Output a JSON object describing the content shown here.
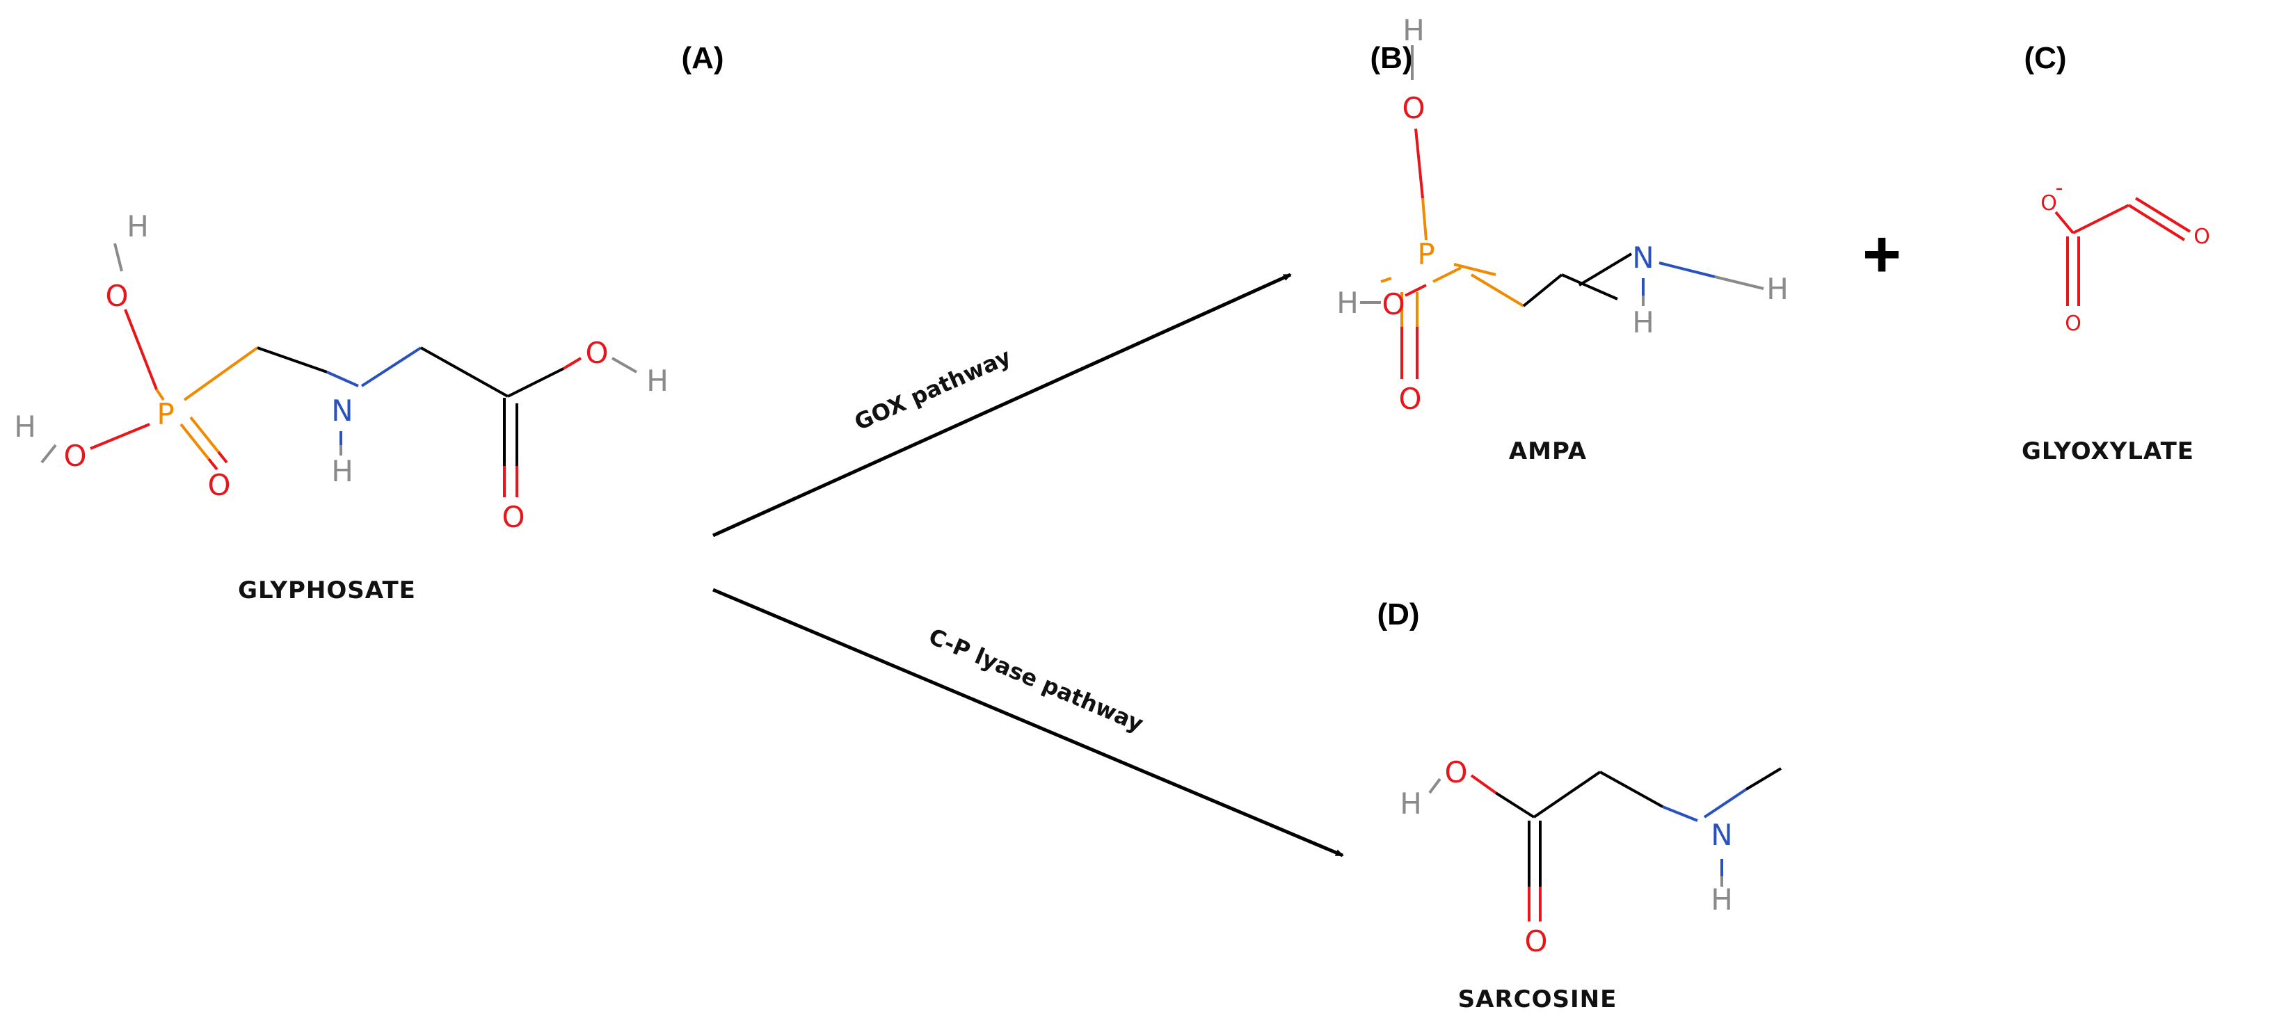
{
  "colors": {
    "oxygen": "#e8161b",
    "nitrogen": "#2a52be",
    "phosphorus": "#f08a00",
    "hydrogen": "#8a8a8a",
    "carbon_bond": "#000000"
  },
  "panels": {
    "a": "(A)",
    "b": "(B)",
    "c": "(C)",
    "d": "(D)"
  },
  "compounds": {
    "glyphosate": "GLYPHOSATE",
    "ampa": "AMPA",
    "glyoxylate": "GLYOXYLATE",
    "sarcosine": "SARCOSINE"
  },
  "pathways": {
    "gox": "GOX pathway",
    "cp_lyase": "C-P lyase pathway"
  },
  "plus_sign": "+",
  "atoms": {
    "H": "H",
    "O": "O",
    "N": "N",
    "P": "P",
    "O_minus": "-"
  }
}
